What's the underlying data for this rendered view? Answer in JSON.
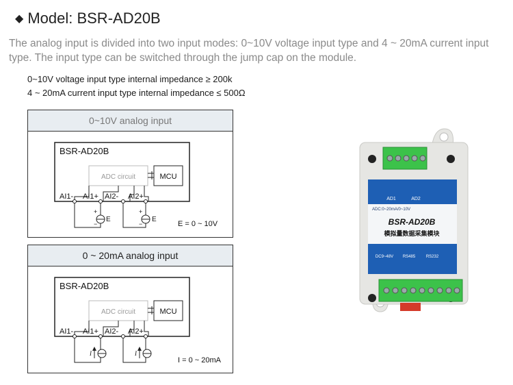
{
  "header": {
    "diamond": "◆",
    "title": "Model: BSR-AD20B"
  },
  "description": "The analog input is divided into two input modes: 0~10V voltage input type and 4 ~ 20mA current input type. The input type can be switched through the jump cap on the module.",
  "specs": [
    "0~10V voltage input type internal impedance ≥ 200k",
    "4 ~ 20mA current input type internal impedance ≤ 500Ω"
  ],
  "panels": [
    {
      "heading": "0~10V analog input",
      "module": "BSR-AD20B",
      "adc": "ADC circuit",
      "mcu": "MCU",
      "pins": [
        "AI1-",
        "AI1+",
        "AI2-",
        "AI2+"
      ],
      "source_label": "E",
      "range": "E = 0 ~ 10V"
    },
    {
      "heading": "0 ~ 20mA analog input",
      "module": "BSR-AD20B",
      "adc": "ADC circuit",
      "mcu": "MCU",
      "pins": [
        "AI1-",
        "AI1+",
        "AI2-",
        "AI2+"
      ],
      "source_label": "I",
      "range": "I = 0 ~ 20mA"
    }
  ],
  "device": {
    "label_adc": "ADC:0~20mA/0~10V",
    "model": "BSR-AD20B",
    "chinese_name": "模拟量数据采集模块",
    "top_ports": [
      "AD1",
      "AD2"
    ],
    "bottom_ports": [
      "DC9~48V",
      "RS485",
      "RS232"
    ],
    "colors": {
      "case": "#e6e6e3",
      "label": "#1e5fb4",
      "terminal": "#3cc24a"
    }
  }
}
